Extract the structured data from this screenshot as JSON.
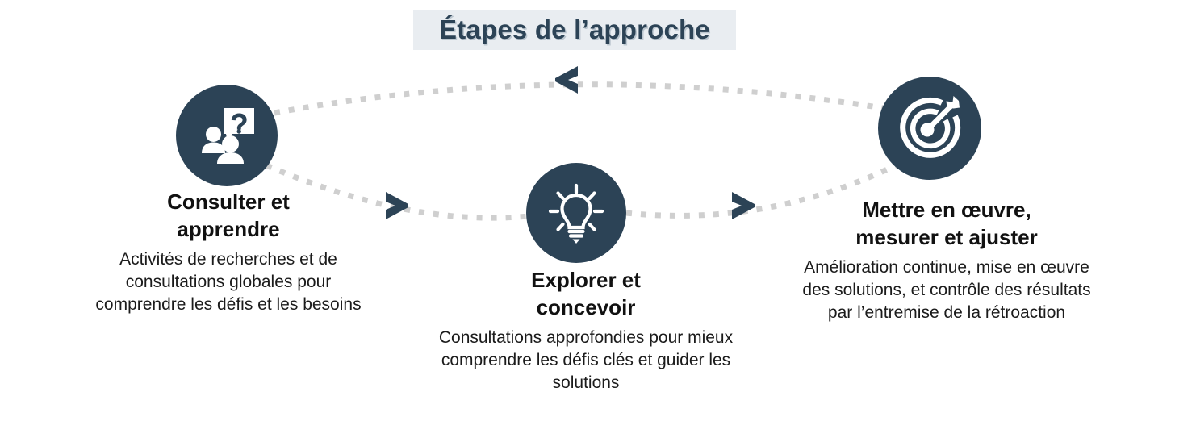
{
  "page": {
    "title": "Étapes de l’approche",
    "language": "fr",
    "background_color": "#ffffff"
  },
  "theme": {
    "accent_dark": "#2c4356",
    "title_band_bg": "#e9edf1",
    "dotted_path_color": "#cfcfcf",
    "heading_color": "#111111",
    "body_color": "#1b1b1b"
  },
  "steps": [
    {
      "id": "consulter-et-apprendre",
      "order": 1,
      "icon": "people-question-icon",
      "heading_line1": "Consulter et",
      "heading_line2": "apprendre",
      "body": "Activités de recherches et de consultations globales pour comprendre les défis et les besoins"
    },
    {
      "id": "explorer-et-concevoir",
      "order": 2,
      "icon": "lightbulb-icon",
      "heading_line1": "Explorer et",
      "heading_line2": "concevoir",
      "body": "Consultations approfondies pour mieux comprendre les défis clés et guider les solutions"
    },
    {
      "id": "mettre-en-oeuvre-mesurer-et-ajuster",
      "order": 3,
      "icon": "target-arrow-icon",
      "heading_line1": "Mettre en œuvre,",
      "heading_line2": "mesurer et ajuster",
      "body": "Amélioration continue, mise en œuvre des solutions, et contrôle des résultats par l’entremise de la rétroaction"
    }
  ],
  "connectors": [
    {
      "id": "connector-measure-to-consult",
      "from": "mettre-en-oeuvre-mesurer-et-ajuster",
      "to": "consulter-et-apprendre",
      "style": "dotted-arc",
      "direction": "left",
      "arrow_icon": "chevron-left-icon"
    },
    {
      "id": "connector-consult-to-explore",
      "from": "consulter-et-apprendre",
      "to": "explorer-et-concevoir",
      "style": "dotted-arc",
      "direction": "right",
      "arrow_icon": "chevron-right-icon"
    },
    {
      "id": "connector-explore-to-measure",
      "from": "explorer-et-concevoir",
      "to": "mettre-en-oeuvre-mesurer-et-ajuster",
      "style": "dotted-arc",
      "direction": "right",
      "arrow_icon": "chevron-right-icon"
    }
  ]
}
